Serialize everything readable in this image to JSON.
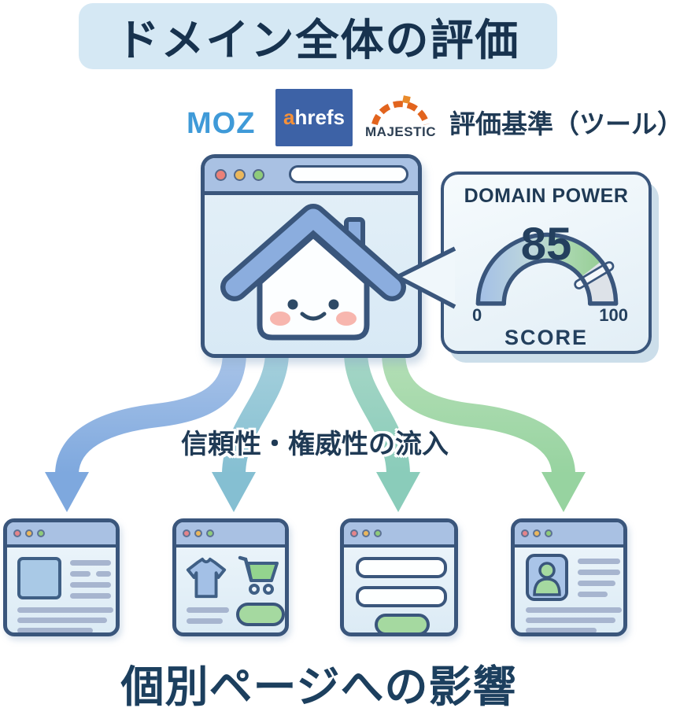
{
  "title": "ドメイン全体の評価",
  "tools": {
    "moz_label": "MOZ",
    "ahrefs_a": "a",
    "ahrefs_rest": "hrefs",
    "majestic_label": "MAJESTIC",
    "caption": "評価基準（ツール）"
  },
  "domain_power_card": {
    "title": "DOMAIN POWER",
    "score_value": "85",
    "score_label": "SCORE",
    "gauge_min": "0",
    "gauge_max": "100",
    "gauge_value_pct": 85
  },
  "flow_label": "信頼性・権威性の流入",
  "bottom_title": "個別ページへの影響",
  "pages": [
    {
      "icon": "article-page-icon"
    },
    {
      "icon": "ecommerce-page-icon"
    },
    {
      "icon": "form-page-icon"
    },
    {
      "icon": "profile-page-icon"
    }
  ],
  "colors": {
    "navy_border": "#3a567c",
    "text_navy": "#1f3a55",
    "title_bg": "#d5e8f4",
    "titlebar_blue": "#a9c1e3",
    "moz_blue": "#3f9ad8",
    "ahrefs_bg": "#3d62a6",
    "ahrefs_orange": "#f59038",
    "majestic_orange": "#e2641e",
    "arrow_blue": "#7ea8de",
    "arrow_teal": "#85bfd2",
    "arrow_teal_green": "#8accba",
    "arrow_green": "#97d3a0",
    "gauge_gray": "#dde2e8",
    "gauge_blue": "#a3bfe6",
    "gauge_green": "#97ce96",
    "green_accent": "#a5d9a0",
    "dot_red": "#ea8078",
    "dot_yellow": "#eab75c",
    "dot_green": "#8fcb7a",
    "cheek_pink": "#f7b6ae"
  }
}
